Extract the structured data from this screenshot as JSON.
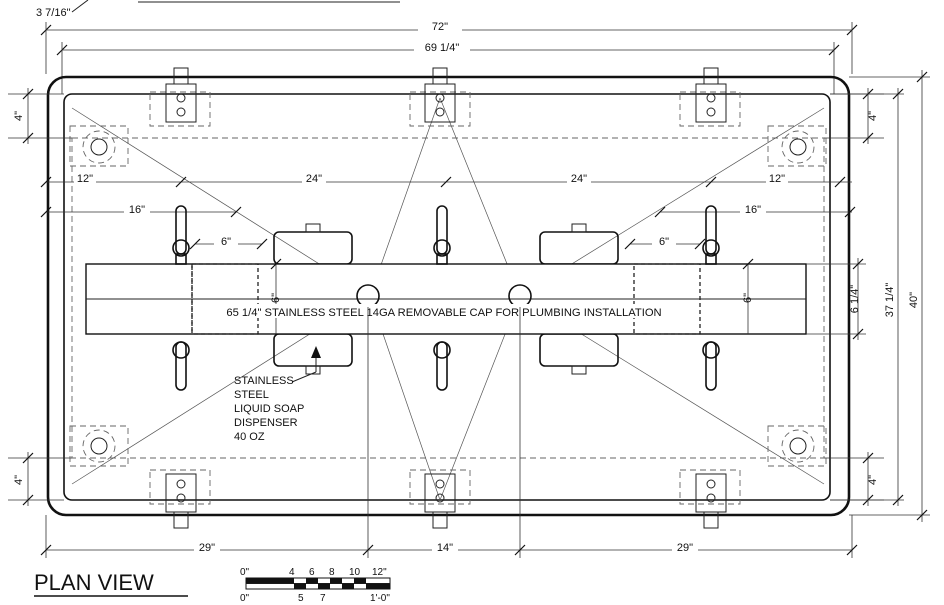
{
  "title": "PLAN VIEW",
  "corner_dim": "3 7/16\"",
  "dims": {
    "overall_width": "72\"",
    "inner_width": "69 1/4\"",
    "seg_12_left": "12\"",
    "seg_24_left": "24\"",
    "seg_24_right": "24\"",
    "seg_12_right": "12\"",
    "sixteen_left": "16\"",
    "sixteen_right": "16\"",
    "six_left": "6\"",
    "six_right": "6\"",
    "six_vert_left": "6\"",
    "six_vert_right": "6\"",
    "cap_height": "6 1/4\"",
    "four_tl": "4\"",
    "four_bl": "4\"",
    "four_tr": "4\"",
    "four_br": "4\"",
    "depth_inner": "37 1/4\"",
    "depth_overall": "40\"",
    "bottom_left": "29\"",
    "bottom_mid": "14\"",
    "bottom_right": "29\""
  },
  "cap_label": "65 1/4\" STAINLESS STEEL 14GA REMOVABLE CAP FOR PLUMBING INSTALLATION",
  "soap_label": [
    "STAINLESS",
    "STEEL",
    "LIQUID SOAP",
    "DISPENSER",
    "40 OZ"
  ],
  "scale_bar": {
    "top_labels": [
      "0\"",
      "4",
      "6",
      "8",
      "10",
      "12\""
    ],
    "bottom_labels": [
      "0\"",
      "5",
      "7",
      "1'-0\""
    ]
  }
}
